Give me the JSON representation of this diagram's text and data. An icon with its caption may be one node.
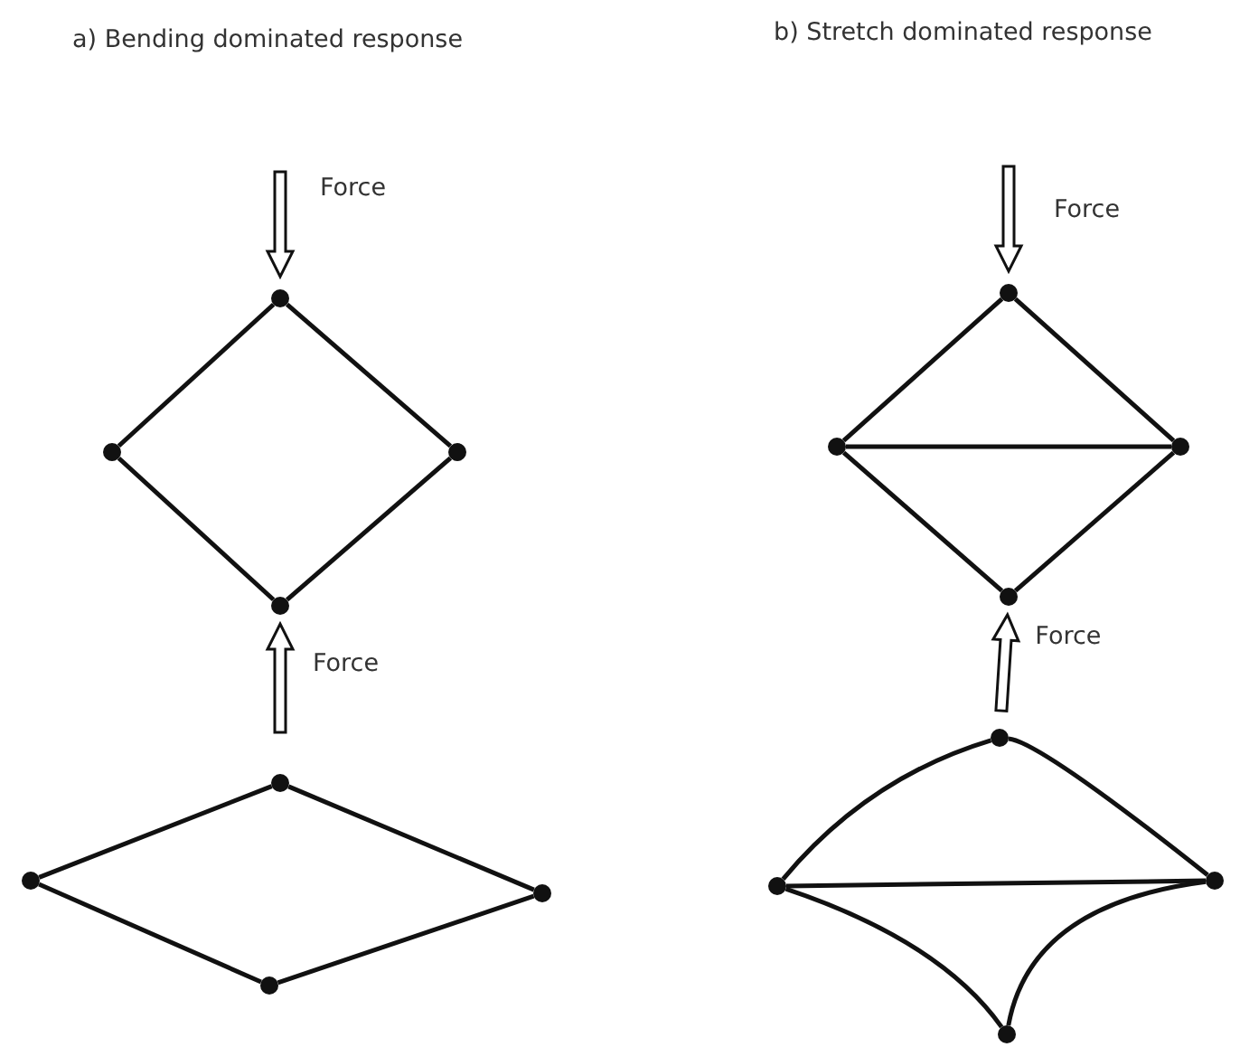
{
  "diagram": {
    "nodes": [
      {
        "text": [],
        "shape": "circle"
      },
      {
        "text": [],
        "shape": "circle"
      },
      {
        "text": [],
        "shape": "circle"
      },
      {
        "text": [],
        "shape": "circle"
      },
      {
        "text": [],
        "shape": "circle"
      },
      {
        "text": [],
        "shape": "circle"
      },
      {
        "text": [],
        "shape": "circle"
      },
      {
        "text": [],
        "shape": "circle"
      },
      {
        "text": [],
        "shape": "circle"
      },
      {
        "text": [],
        "shape": "circle"
      },
      {
        "text": [],
        "shape": "circle"
      },
      {
        "text": [],
        "shape": "circle"
      },
      {
        "text": [],
        "shape": "circle"
      },
      {
        "text": [],
        "shape": "circle"
      },
      {
        "text": [],
        "shape": "circle"
      },
      {
        "text": [],
        "shape": "circle"
      }
    ],
    "edges": [
      {
        "from": 0,
        "to": 1,
        "arrow": "none"
      },
      {
        "from": 0,
        "to": 2,
        "arrow": "none"
      },
      {
        "from": 1,
        "to": 3,
        "arrow": "none"
      },
      {
        "from": 2,
        "to": 3,
        "arrow": "none"
      },
      {
        "from": 4,
        "to": 5,
        "arrow": "none"
      },
      {
        "from": 4,
        "to": 6,
        "arrow": "none"
      },
      {
        "from": 5,
        "to": 6,
        "arrow": "none"
      },
      {
        "from": 5,
        "to": 7,
        "arrow": "none"
      },
      {
        "from": 6,
        "to": 7,
        "arrow": "none"
      },
      {
        "from": 8,
        "to": 9,
        "arrow": "none"
      },
      {
        "from": 8,
        "to": 10,
        "arrow": "none"
      },
      {
        "from": 9,
        "to": 11,
        "arrow": "none"
      },
      {
        "from": 10,
        "to": 11,
        "arrow": "none"
      },
      {
        "from": 12,
        "to": 13,
        "arrow": "none"
      },
      {
        "from": 12,
        "to": 14,
        "arrow": "none"
      },
      {
        "from": 13,
        "to": 14,
        "arrow": "none"
      },
      {
        "from": 13,
        "to": 15,
        "arrow": "none"
      },
      {
        "from": 14,
        "to": 15,
        "arrow": "none"
      },
      {
        "from": 8,
        "to": 3,
        "arrow": "to",
        "label": "Force"
      },
      {
        "from": 12,
        "to": 7,
        "arrow": "to",
        "label": "Force"
      }
    ],
    "labels": [
      "a) Bending dominated response",
      "b) Stretch dominated response",
      "Force",
      "Force"
    ]
  }
}
